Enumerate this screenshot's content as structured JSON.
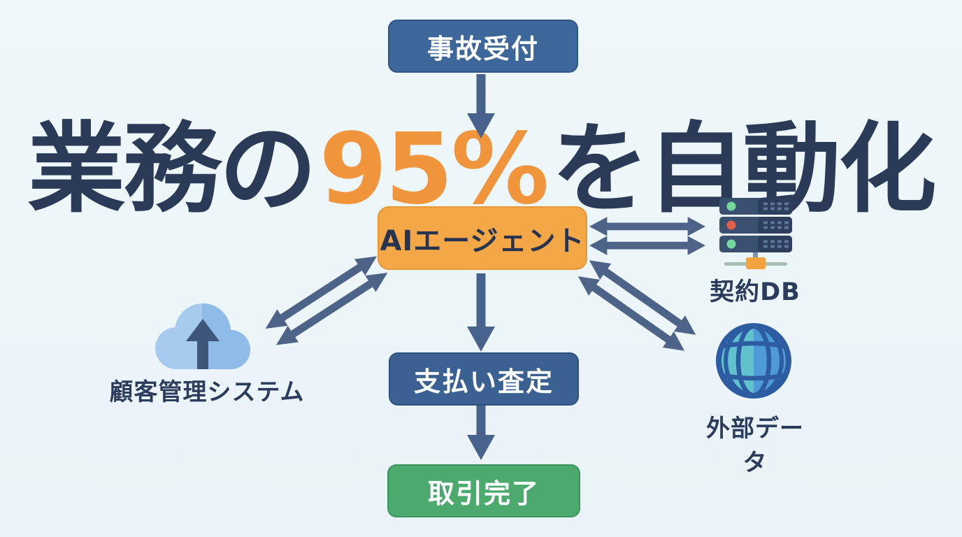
{
  "headline": {
    "prefix": "業務の",
    "highlight": "95%",
    "suffix": "を自動化"
  },
  "nodes": {
    "accident_reception": "事故受付",
    "ai_agent": "AIエージェント",
    "payment_assessment": "支払い査定",
    "transaction_complete": "取引完了"
  },
  "connected_systems": {
    "crm": "顧客管理システム",
    "contract_db": "契約DB",
    "external_data": "外部データ"
  },
  "icons": {
    "cloud": "cloud-upload-icon",
    "server": "server-rack-icon",
    "globe": "globe-icon",
    "down_arrow": "arrow-down-icon",
    "sync_arrow": "double-sync-arrow-icon"
  },
  "colors": {
    "background": "#edf6f9",
    "node_blue": "#3d679a",
    "node_green": "#4caa6e",
    "node_orange": "#f4a747",
    "headline_navy": "#2a3a57",
    "highlight_orange": "#f0953c",
    "arrow_slate": "#4d6488",
    "cloud_blue": "#a6cbef",
    "globe_teal": "#5fc2cc",
    "globe_blue": "#4f9bd8",
    "led_green": "#72d89b",
    "led_red": "#e2604a"
  }
}
